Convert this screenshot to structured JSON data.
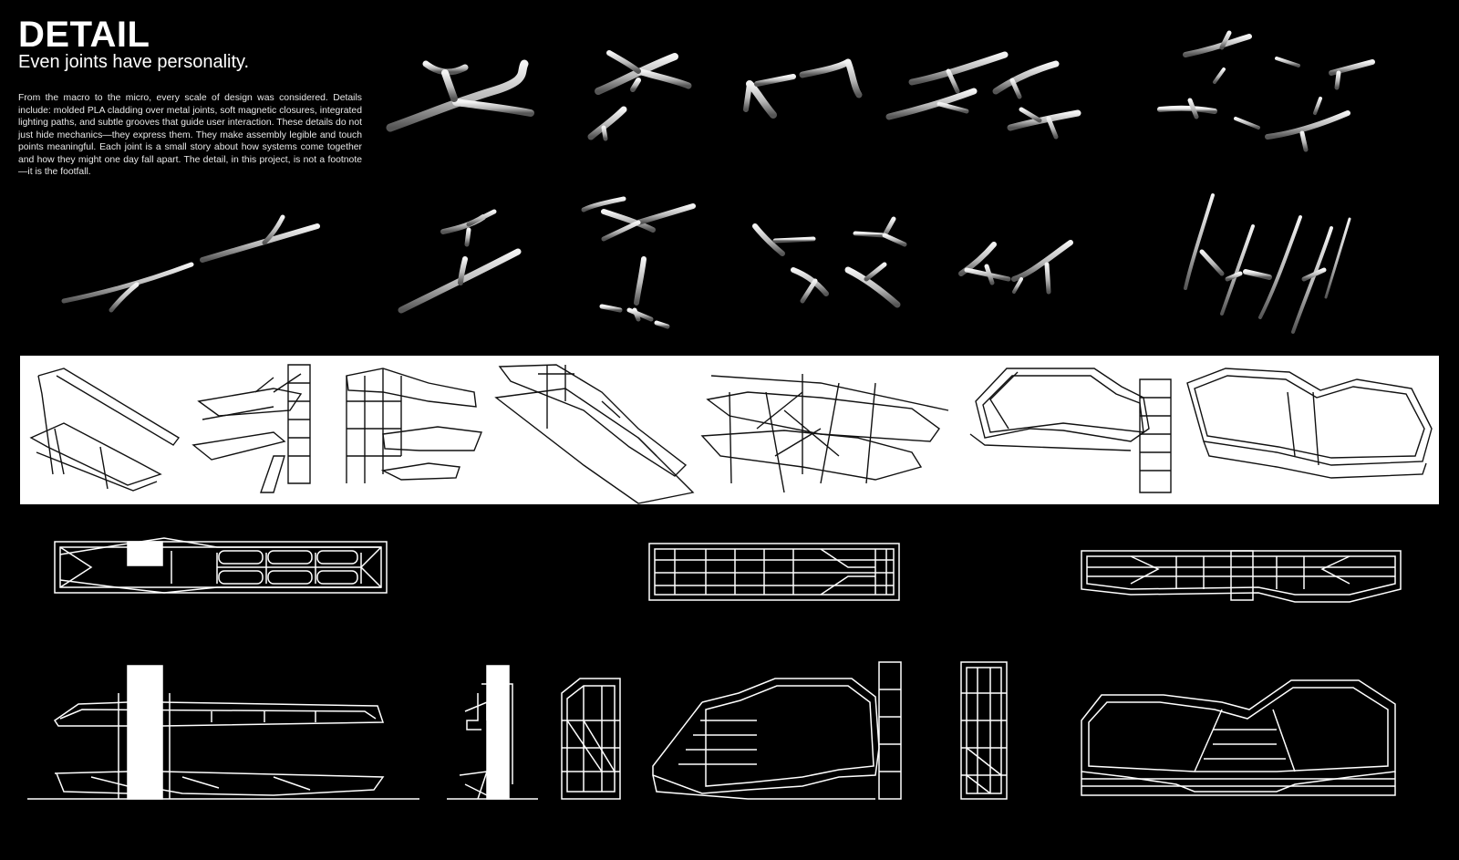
{
  "header": {
    "title": "DETAIL",
    "subtitle": "Even joints have personality.",
    "body": "From the macro to the micro, every scale of design was considered. Details include: molded PLA cladding over metal joints, soft magnetic closures, integrated lighting paths, and subtle grooves that guide user interaction. These details do not just hide mechanics—they express them. They make assembly legible and touch points meaningful. Each joint is a small story about how systems come together and how they might one day fall apart. The detail, in this project, is not a footnote—it is the footfall."
  },
  "colors": {
    "background": "#000000",
    "text": "#ffffff",
    "joint_light": "#f2f2f2",
    "joint_dark": "#6a6a6a",
    "strip_background": "#ffffff",
    "line_work": "#ffffff"
  },
  "figures": {
    "joint_renders": [
      {
        "name": "joint-render-1"
      },
      {
        "name": "joint-render-2"
      },
      {
        "name": "joint-render-3"
      },
      {
        "name": "joint-render-4"
      },
      {
        "name": "joint-render-5"
      },
      {
        "name": "joint-render-6"
      },
      {
        "name": "joint-render-7"
      },
      {
        "name": "joint-render-8"
      },
      {
        "name": "joint-render-9"
      },
      {
        "name": "joint-render-10"
      },
      {
        "name": "joint-render-11"
      },
      {
        "name": "joint-render-12"
      }
    ],
    "axonometric_strip": {
      "name": "axonometric-strip"
    },
    "plans": [
      {
        "name": "plan-drawing-1"
      },
      {
        "name": "plan-drawing-2"
      },
      {
        "name": "plan-drawing-3"
      }
    ],
    "elevations": [
      {
        "name": "elevation-1"
      },
      {
        "name": "elevation-2"
      },
      {
        "name": "elevation-3"
      },
      {
        "name": "elevation-4"
      },
      {
        "name": "elevation-5"
      },
      {
        "name": "elevation-6"
      }
    ]
  }
}
